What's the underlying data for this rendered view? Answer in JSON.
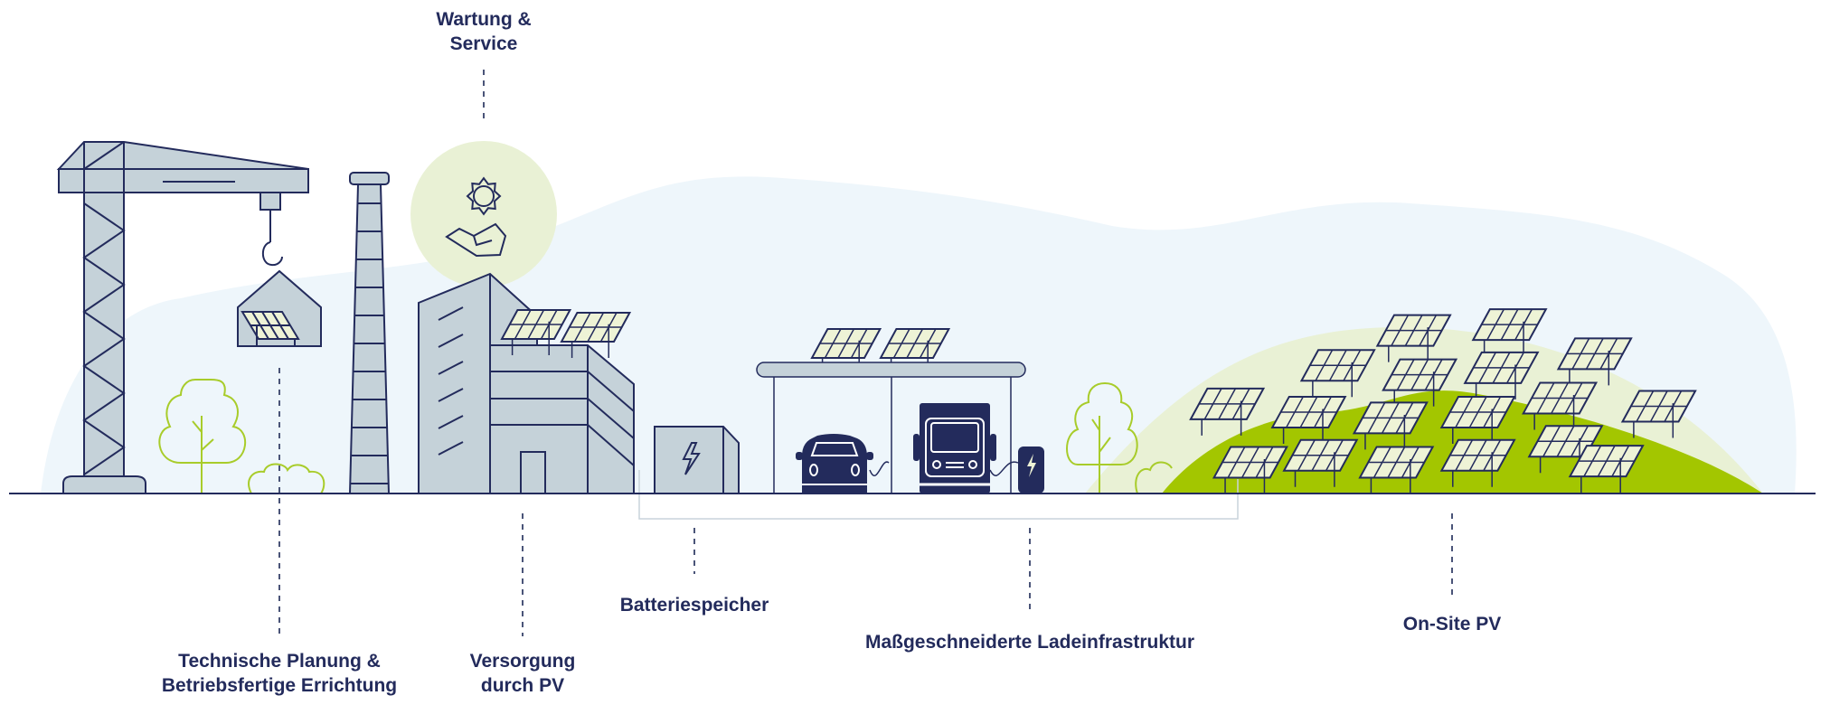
{
  "labels": {
    "wartung": [
      "Wartung &",
      "Service"
    ],
    "technische": [
      "Technische Planung &",
      "Betriebsfertige Errichtung"
    ],
    "versorgung": [
      "Versorgung",
      "durch PV"
    ],
    "batterie": "Batteriespeicher",
    "lade": "Maßgeschneiderte Ladeinfrastruktur",
    "onsite": "On-Site PV"
  },
  "colors": {
    "navy": "#232b5c",
    "sky": "#eef6fb",
    "building": "#c5d2d9",
    "panel": "#eef3d6",
    "lightGreen": "#e9f1d5",
    "green": "#a3c600",
    "treeLine": "#a8cc2a"
  }
}
